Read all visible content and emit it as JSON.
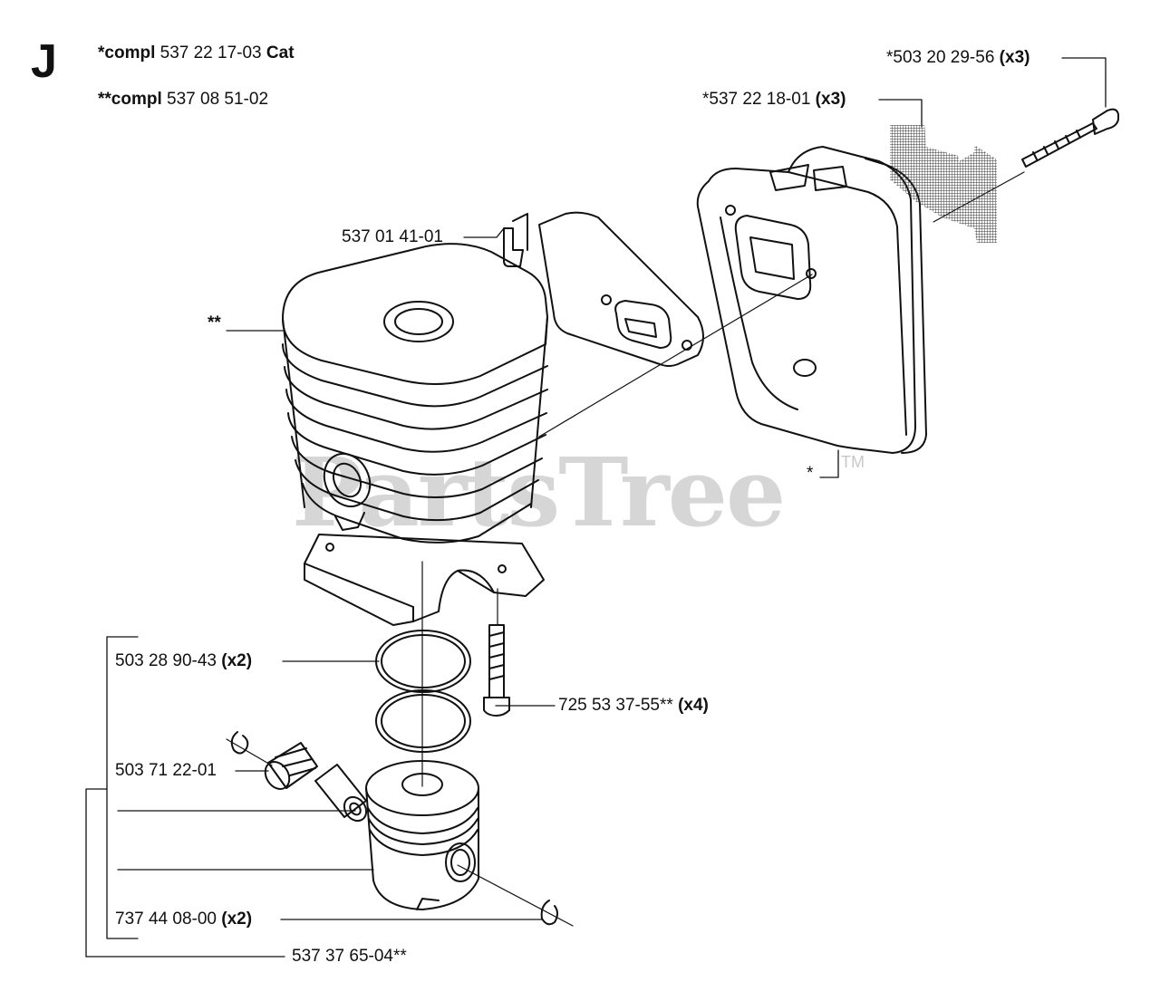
{
  "section_letter": "J",
  "header": {
    "line1": {
      "prefix": "*compl",
      "number": "537 22 17-03",
      "suffix": "Cat"
    },
    "line2": {
      "prefix": "**compl",
      "number": "537 08 51-02"
    }
  },
  "labels": {
    "screw_muffler": {
      "number": "*503 20 29-56",
      "qty": "(x3)"
    },
    "spark_screen": {
      "number": "*537 22 18-01",
      "qty": "(x3)"
    },
    "heat_shield": {
      "number": "537 01 41-01"
    },
    "cylinder": {
      "number": "**"
    },
    "muffler": {
      "number": "*"
    },
    "piston_rings": {
      "number": "503 28 90-43",
      "qty": "(x2)"
    },
    "cylinder_screw": {
      "number": "725 53 37-55**",
      "qty": "(x4)"
    },
    "needle_bearing": {
      "number": "503 71 22-01"
    },
    "circlip": {
      "number": "737 44 08-00",
      "qty": "(x2)"
    },
    "piston_assembly": {
      "number": "537 37 65-04**"
    }
  },
  "watermark": {
    "text": "PartsTree",
    "mark": "TM"
  }
}
